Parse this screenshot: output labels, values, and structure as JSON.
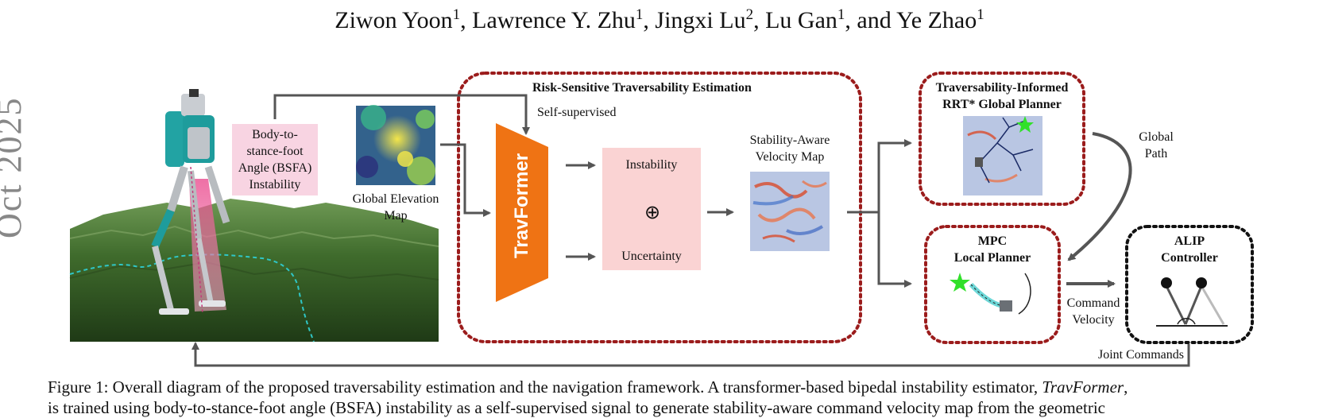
{
  "authors": [
    {
      "name": "Ziwon Yoon",
      "aff": "1",
      "sep": ", "
    },
    {
      "name": "Lawrence Y. Zhu",
      "aff": "1",
      "sep": ", "
    },
    {
      "name": "Jingxi Lu",
      "aff": "2",
      "sep": ", "
    },
    {
      "name": "Lu Gan",
      "aff": "1",
      "sep": ", and "
    },
    {
      "name": "Ye Zhao",
      "aff": "1",
      "sep": ""
    }
  ],
  "watermark": "Oct 2025",
  "diagram": {
    "bsfa_box": [
      "Body-to-",
      "stance-foot",
      "Angle (BSFA)",
      "Instability"
    ],
    "global_elevation_map": [
      "Global Elevation",
      "Map"
    ],
    "risk_title": "Risk-Sensitive Traversability Estimation",
    "self_supervised": "Self-supervised",
    "travformer": "TravFormer",
    "instability": "Instability",
    "uncertainty": "Uncertainty",
    "oplus": "⊕",
    "stability_map": [
      "Stability-Aware",
      "Velocity Map"
    ],
    "rrt_title": [
      "Traversability-Informed",
      "RRT* Global Planner"
    ],
    "global_path": [
      "Global",
      "Path"
    ],
    "mpc_title": [
      "MPC",
      "Local Planner"
    ],
    "alip_title": [
      "ALIP",
      "Controller"
    ],
    "command_velocity": [
      "Command",
      "Velocity"
    ],
    "joint_commands": "Joint Commands"
  },
  "caption": {
    "line1_prefix": "Figure 1: Overall diagram of the proposed traversability estimation and the navigation framework. A transformer-based bipedal instability estimator, ",
    "line1_italic": "TravFormer",
    "line1_suffix": ",",
    "line2": "is trained using body-to-stance-foot angle (BSFA) instability as a self-supervised signal to generate stability-aware command velocity map from the geometric"
  },
  "colors": {
    "orange": "#ef7314",
    "dotted_red": "#9b1c1c",
    "arrow": "#555555",
    "pink": "#f8d4e2",
    "pink_box": "#fad3d3"
  }
}
